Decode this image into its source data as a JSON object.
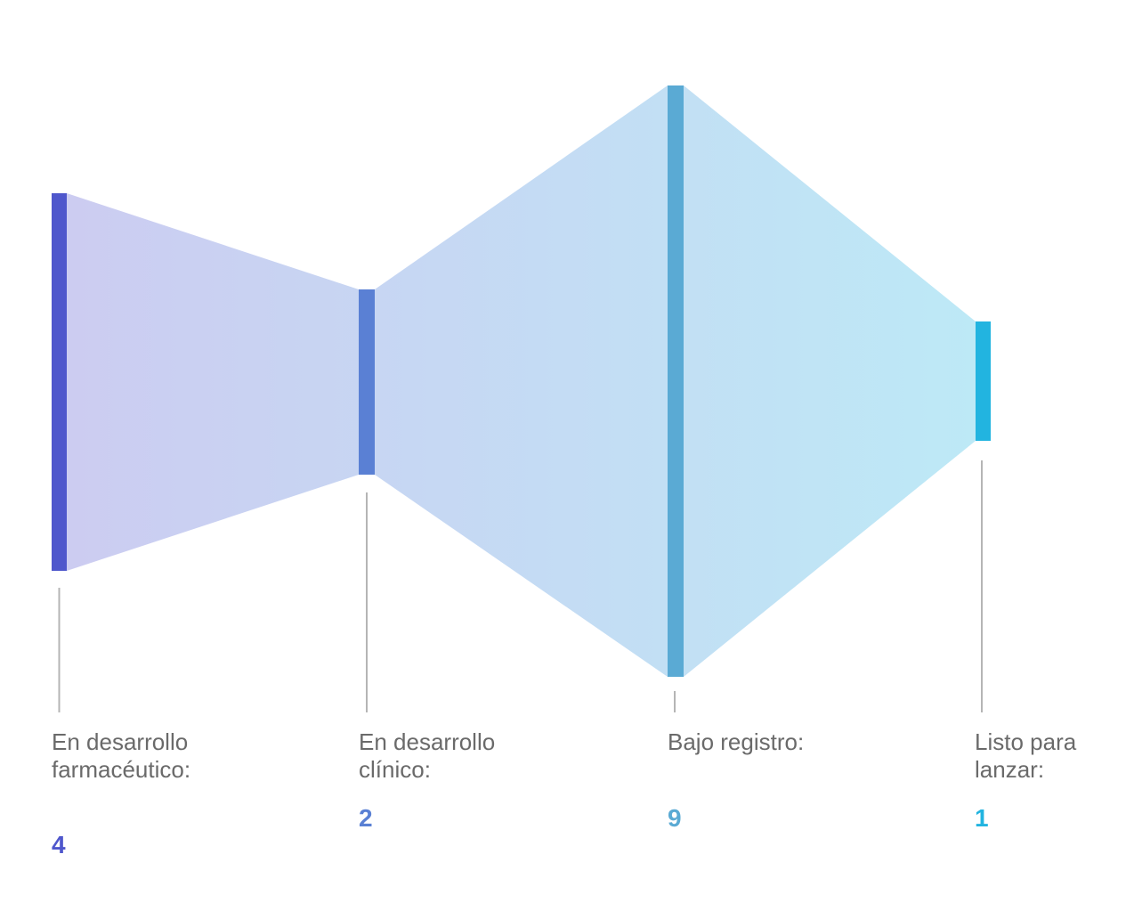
{
  "stages": [
    {
      "label": "En desarrollo\nfarmacéutico:",
      "value": "4",
      "color": "#4f57cc"
    },
    {
      "label": "En desarrollo\nclínico:",
      "value": "2",
      "color": "#5a80d4"
    },
    {
      "label": "Bajo registro:",
      "value": "9",
      "color": "#5aaad4"
    },
    {
      "label": "Listo para\nlanzar:",
      "value": "1",
      "color": "#22b4e0"
    }
  ],
  "colors": {
    "gradient_start": "#ccccf1",
    "gradient_end": "#bde9f6",
    "connector": "#b5b5b5"
  }
}
